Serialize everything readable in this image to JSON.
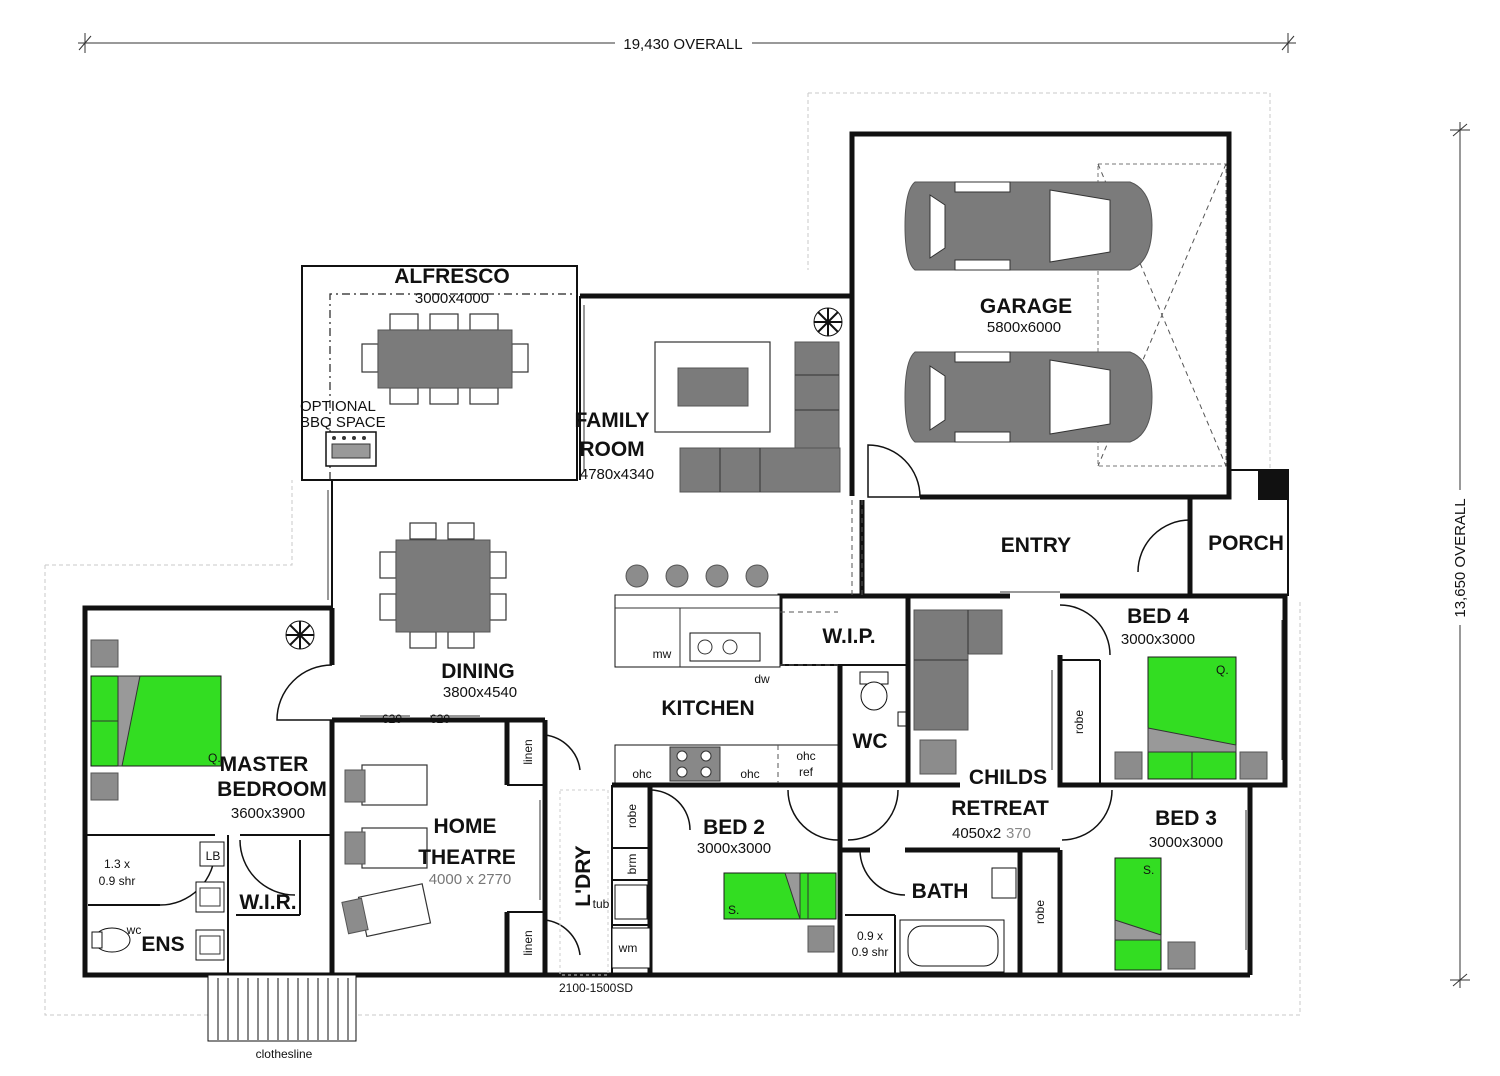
{
  "dimensions": {
    "overall_width": "19,430 OVERALL",
    "overall_depth": "13,650 OVERALL"
  },
  "rooms": {
    "alfresco": {
      "label": "ALFRESCO",
      "size": "3000x4000"
    },
    "bbq": {
      "line1": "OPTIONAL",
      "line2": "BBQ SPACE"
    },
    "family": {
      "line1": "FAMILY",
      "line2": "ROOM",
      "size": "4780x4340"
    },
    "garage": {
      "label": "GARAGE",
      "size": "5800x6000"
    },
    "entry": {
      "label": "ENTRY"
    },
    "porch": {
      "label": "PORCH"
    },
    "dining": {
      "label": "DINING",
      "size": "3800x4540"
    },
    "kitchen": {
      "label": "KITCHEN"
    },
    "wip": {
      "label": "W.I.P."
    },
    "master": {
      "line1": "MASTER",
      "line2": "BEDROOM",
      "size": "3600x3900"
    },
    "theatre": {
      "line1": "HOME",
      "line2": "THEATRE",
      "size": "4000 x 2770"
    },
    "laundry": {
      "label": "L'DRY"
    },
    "bed2": {
      "label": "BED 2",
      "size": "3000x3000"
    },
    "wc": {
      "label": "WC"
    },
    "retreat": {
      "line1": "CHILDS",
      "line2": "RETREAT",
      "size_main": "4050x2",
      "size_grey": "370"
    },
    "bed4": {
      "label": "BED 4",
      "size": "3000x3000"
    },
    "bed3": {
      "label": "BED 3",
      "size": "3000x3000"
    },
    "bath": {
      "label": "BATH"
    },
    "wir": {
      "label": "W.I.R."
    },
    "ens": {
      "label": "ENS"
    }
  },
  "fixtures": {
    "mw": "mw",
    "dw": "dw",
    "ohc": "ohc",
    "ohc_ref_1": "ohc",
    "ohc_ref_2": "ref",
    "linen": "linen",
    "robe": "robe",
    "brm": "brm",
    "tub": "tub",
    "wm": "wm",
    "lb": "LB",
    "wc_small": "wc",
    "ens_shower_1": "1.3 x",
    "ens_shower_2": "0.9 shr",
    "bath_shower_1": "0.9 x",
    "bath_shower_2": "0.9 shr",
    "sliding_door": "2100-1500SD",
    "window_620_a": "620",
    "window_620_b": "620",
    "clothesline": "clothesline",
    "bed_q": "Q.",
    "bed_s": "S."
  }
}
